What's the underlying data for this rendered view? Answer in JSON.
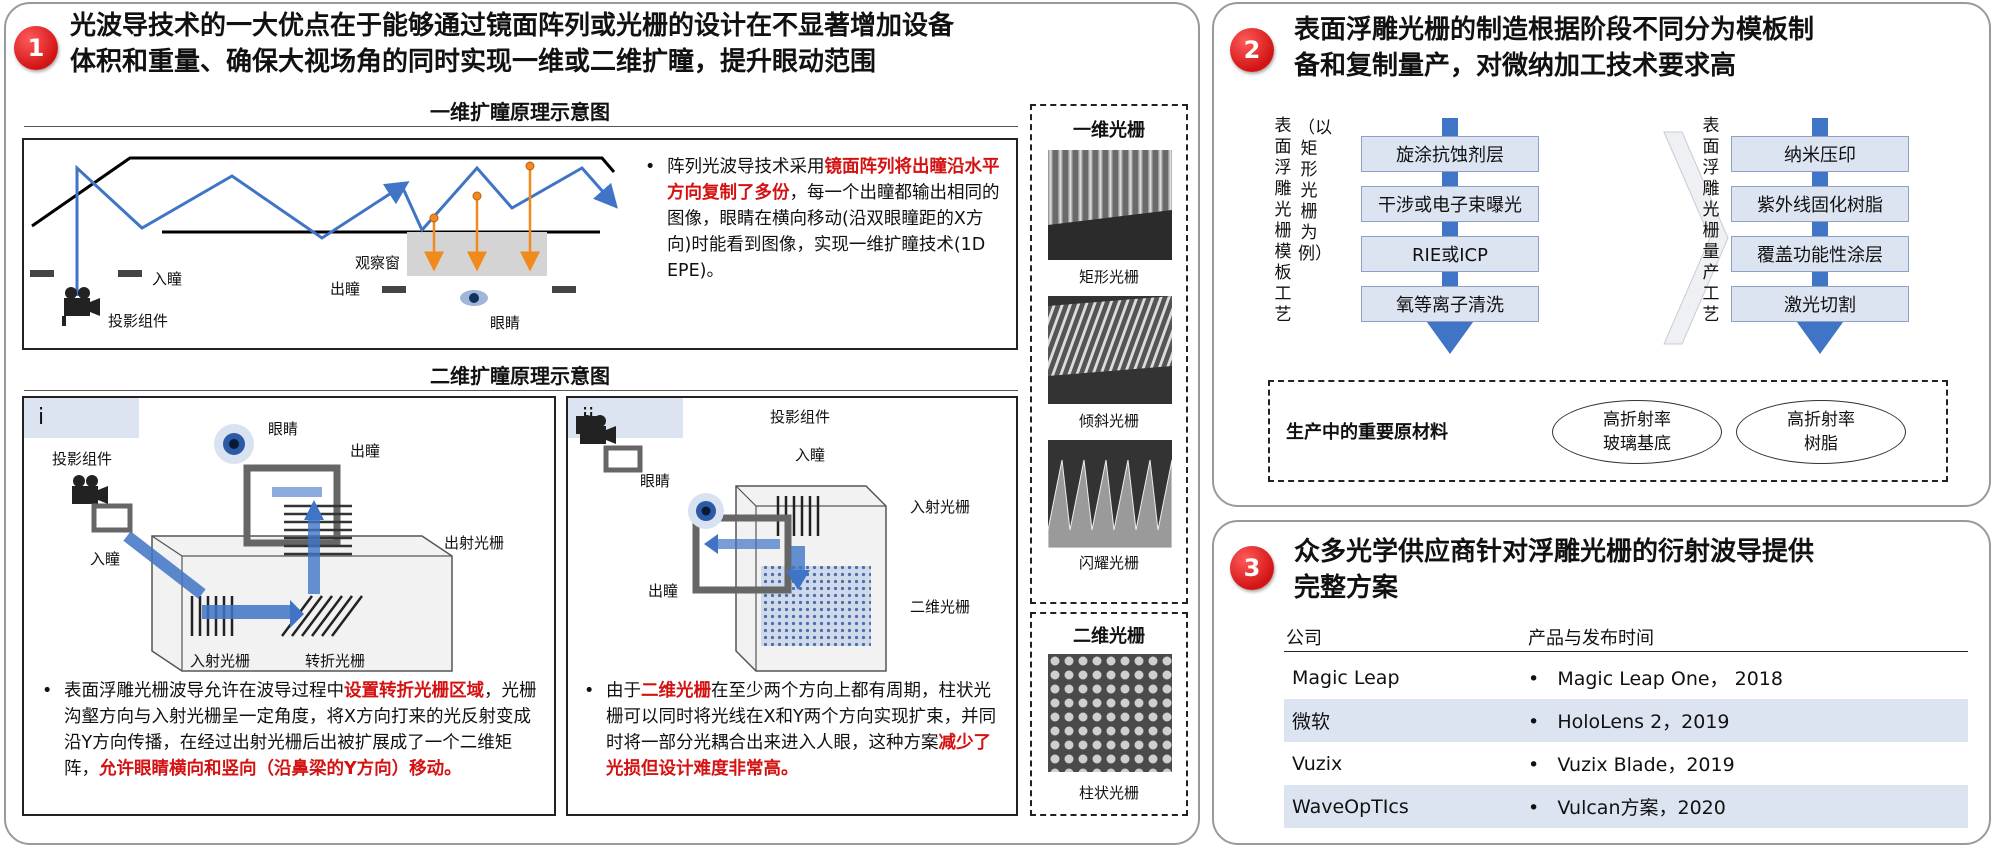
{
  "panel1": {
    "badge": "1",
    "title_line1": "光波导技术的一大优点在于能够通过镜面阵列或光栅的设计在不显著增加设备",
    "title_line2": "体积和重量、确保大视场角的同时实现一维或二维扩瞳，提升眼动范围",
    "one_d": {
      "heading": "一维扩瞳原理示意图",
      "labels": {
        "entrance_pupil": "入瞳",
        "projector": "投影组件",
        "window": "观察窗",
        "exit_pupil": "出瞳",
        "eye": "眼睛"
      },
      "text_a": "阵列光波导技术采用",
      "text_red": "镜面阵列将出瞳沿水平方向复制了多份",
      "text_b": "，每一个出瞳都输出相同的图像，眼睛在横向移动(沿双眼瞳距的X方向)时能看到图像，实现一维扩瞳技术(1D EPE)。"
    },
    "two_d": {
      "heading": "二维扩瞳原理示意图",
      "i": {
        "tag": "i",
        "labels": {
          "eye": "眼睛",
          "projector": "投影组件",
          "exit_pupil": "出瞳",
          "entrance_pupil": "入瞳",
          "out_grating": "出射光栅",
          "in_grating": "入射光栅",
          "turn_grating": "转折光栅"
        },
        "text_a": "表面浮雕光栅波导允许在波导过程中",
        "text_red1": "设置转折光栅区域",
        "text_b": "，光栅沟壑方向与入射光栅呈一定角度，将X方向打来的光反射变成沿Y方向传播，在经过出射光栅后出被扩展成了一个二维矩阵，",
        "text_red2": "允许眼睛横向和竖向（沿鼻梁的Y方向）移动。"
      },
      "ii": {
        "tag": "ii",
        "labels": {
          "projector": "投影组件",
          "entrance_pupil": "入瞳",
          "eye": "眼睛",
          "in_grating": "入射光栅",
          "exit_pupil": "出瞳",
          "two_d_grating": "二维光栅"
        },
        "text_a": "由于",
        "text_red1": "二维光栅",
        "text_b": "在至少两个方向上都有周期，柱状光栅可以同时将光线在X和Y两个方向实现扩束，并同时将一部分光耦合出来进入人眼，这种方案",
        "text_red2": "减少了光损但设计难度非常高。"
      }
    },
    "gratings": {
      "one_d_head": "一维光栅",
      "captions": [
        "矩形光栅",
        "倾斜光栅",
        "闪耀光栅"
      ],
      "two_d_head": "二维光栅",
      "two_d_caption": "柱状光栅"
    }
  },
  "panel2": {
    "badge": "2",
    "title_line1": "表面浮雕光栅的制造根据阶段不同分为模板制",
    "title_line2": "备和复制量产，对微纳加工技术要求高",
    "left_vlabel": "表面浮雕光栅模板工艺",
    "left_vnote": "（以矩形光栅为例）",
    "left_steps": [
      "旋涂抗蚀剂层",
      "干涉或电子束曝光",
      "RIE或ICP",
      "氧等离子清洗"
    ],
    "right_vlabel": "表面浮雕光栅量产工艺",
    "right_steps": [
      "纳米压印",
      "紫外线固化树脂",
      "覆盖功能性涂层",
      "激光切割"
    ],
    "materials_label": "生产中的重要原材料",
    "materials": [
      "高折射率\n玻璃基底",
      "高折射率\n树脂"
    ]
  },
  "panel3": {
    "badge": "3",
    "title_line1": "众多光学供应商针对浮雕光栅的衍射波导提供",
    "title_line2": "完整方案",
    "col_company": "公司",
    "col_product": "产品与发布时间",
    "rows": [
      {
        "company": "Magic Leap",
        "product": "Magic Leap One， 2018"
      },
      {
        "company": "微软",
        "product": "HoloLens 2，2019"
      },
      {
        "company": "Vuzix",
        "product": "Vuzix Blade，2019"
      },
      {
        "company": "WaveOpTIcs",
        "product": "Vulcan方案，2020"
      }
    ]
  },
  "colors": {
    "accent_red": "#d41212",
    "arrow_blue": "#3f74c6",
    "step_fill": "#dde4f1",
    "orange": "#f08a1c"
  }
}
